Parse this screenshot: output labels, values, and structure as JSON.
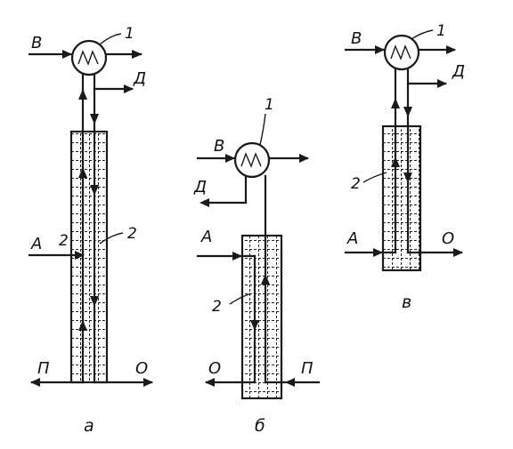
{
  "labels": {
    "condenser_number": "1",
    "column_number": "2",
    "coolant": "B",
    "distillate": "Д",
    "feed": "A",
    "steam": "П",
    "residue": "O",
    "feed_marker": "2"
  },
  "captions": {
    "a": "а",
    "b": "б",
    "c": "в"
  }
}
